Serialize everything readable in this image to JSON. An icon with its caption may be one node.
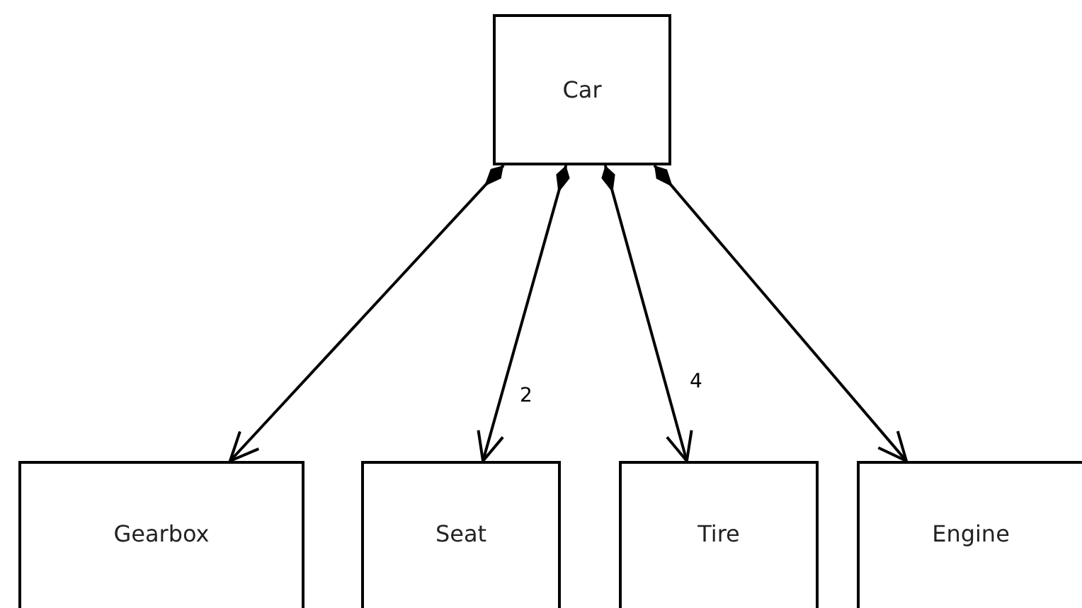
{
  "diagram": {
    "nodes": [
      {
        "text": [
          "Car"
        ]
      },
      {
        "text": [
          "Gearbox"
        ]
      },
      {
        "text": [
          "Seat"
        ]
      },
      {
        "text": [
          "Tire"
        ]
      },
      {
        "text": [
          "Engine"
        ]
      }
    ],
    "edges": [
      {
        "from": 0,
        "to": 1,
        "arrow": "to"
      },
      {
        "from": 0,
        "to": 2,
        "arrow": "to",
        "label": "2"
      },
      {
        "from": 0,
        "to": 3,
        "arrow": "to",
        "label": "4"
      },
      {
        "from": 0,
        "to": 4,
        "arrow": "to"
      }
    ]
  }
}
